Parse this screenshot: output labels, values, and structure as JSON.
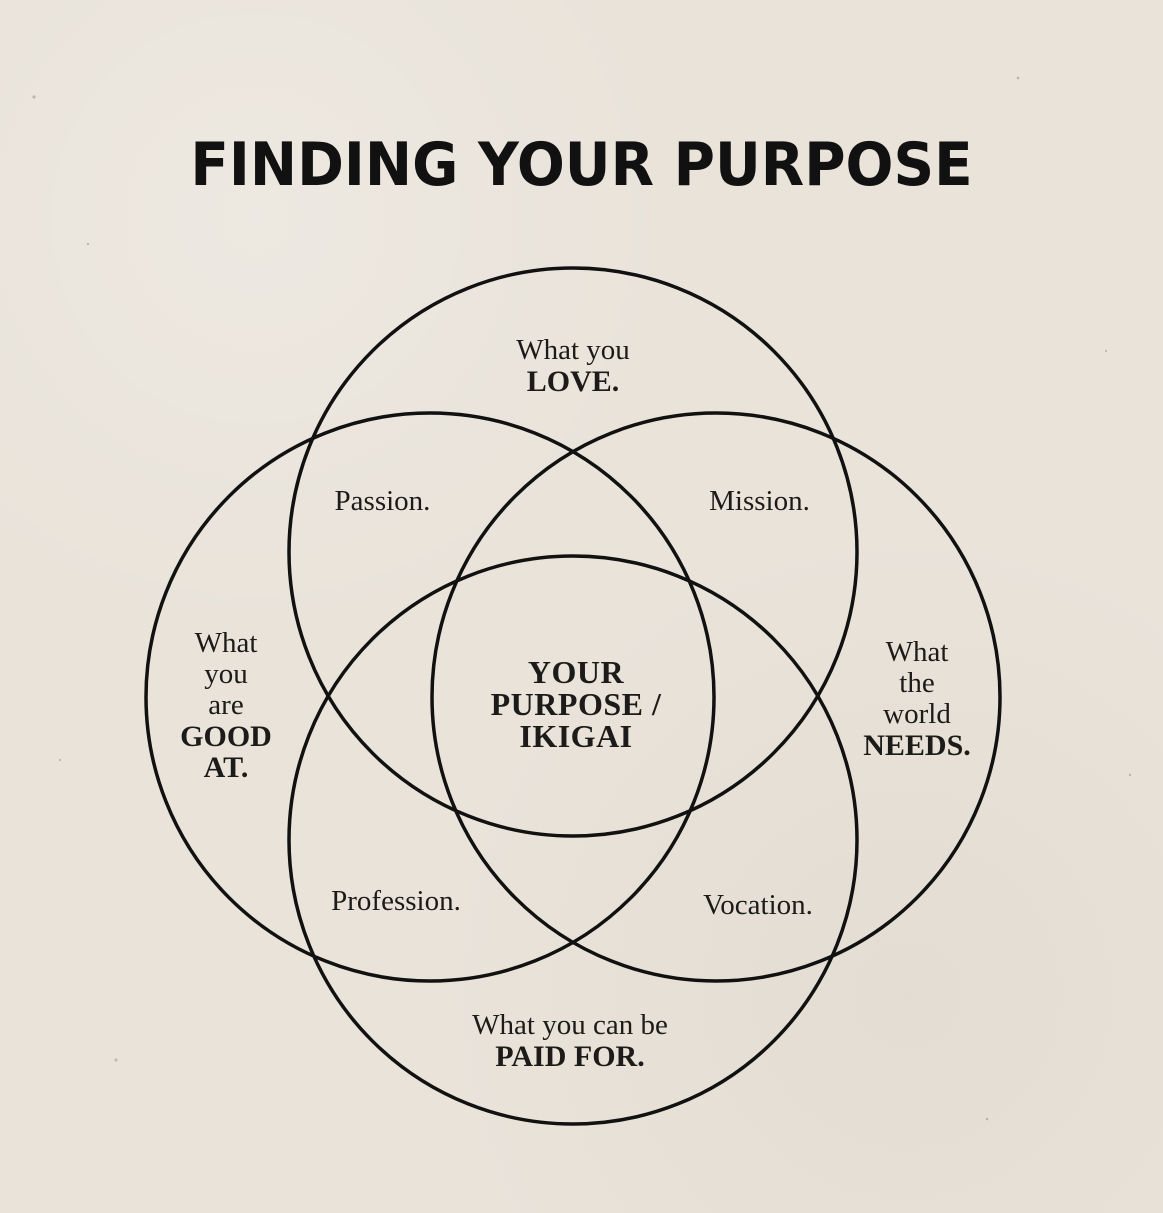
{
  "title": "FINDING YOUR PURPOSE",
  "labels": {
    "love": {
      "line1": "What you",
      "line2": "LOVE",
      "suffix": "."
    },
    "good_at": {
      "line1": "What",
      "line2": "you",
      "line3": "are",
      "line4": "GOOD",
      "line5": "AT",
      "suffix": "."
    },
    "needs": {
      "line1": "What",
      "line2": "the",
      "line3": "world",
      "line4": "NEEDS",
      "suffix": "."
    },
    "paid_for": {
      "line1": "What you can be",
      "line2": "PAID FOR",
      "suffix": "."
    },
    "passion": "Passion.",
    "mission": "Mission.",
    "profession": "Profession.",
    "vocation": "Vocation.",
    "center": {
      "line1": "YOUR",
      "line2": "PURPOSE /",
      "line3": "IKIGAI"
    }
  },
  "colors": {
    "background": "#e9e3da",
    "ink": "#111111"
  }
}
